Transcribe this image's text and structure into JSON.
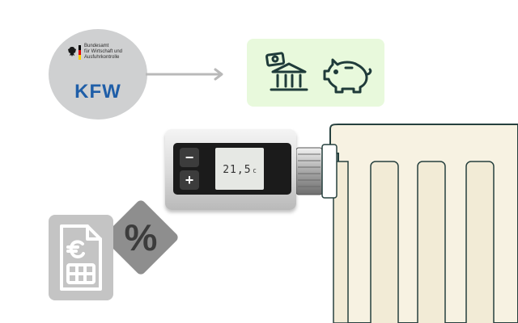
{
  "logos": {
    "bafa_lines": [
      "Bundesamt",
      "für Wirtschaft und",
      "Ausfuhrkontrolle"
    ],
    "kfw": "KFW"
  },
  "funding": {
    "icons": [
      "bank-icon",
      "piggy-bank-icon"
    ]
  },
  "thermostat": {
    "temperature": "21,5",
    "unit": "C",
    "minus_label": "−",
    "plus_label": "+"
  },
  "discount": {
    "percent_label": "%",
    "icons": [
      "invoice-euro-icon"
    ]
  },
  "colors": {
    "circle": "#cfd0d1",
    "kfw_blue": "#1f5ea8",
    "funding_bg": "#e8f9dc",
    "icon_stroke": "#1f3b3a",
    "radiator_fill": "#f7f2e2",
    "invoice_tile": "#c4c4c4",
    "percent_tile": "#8e8e8e"
  }
}
